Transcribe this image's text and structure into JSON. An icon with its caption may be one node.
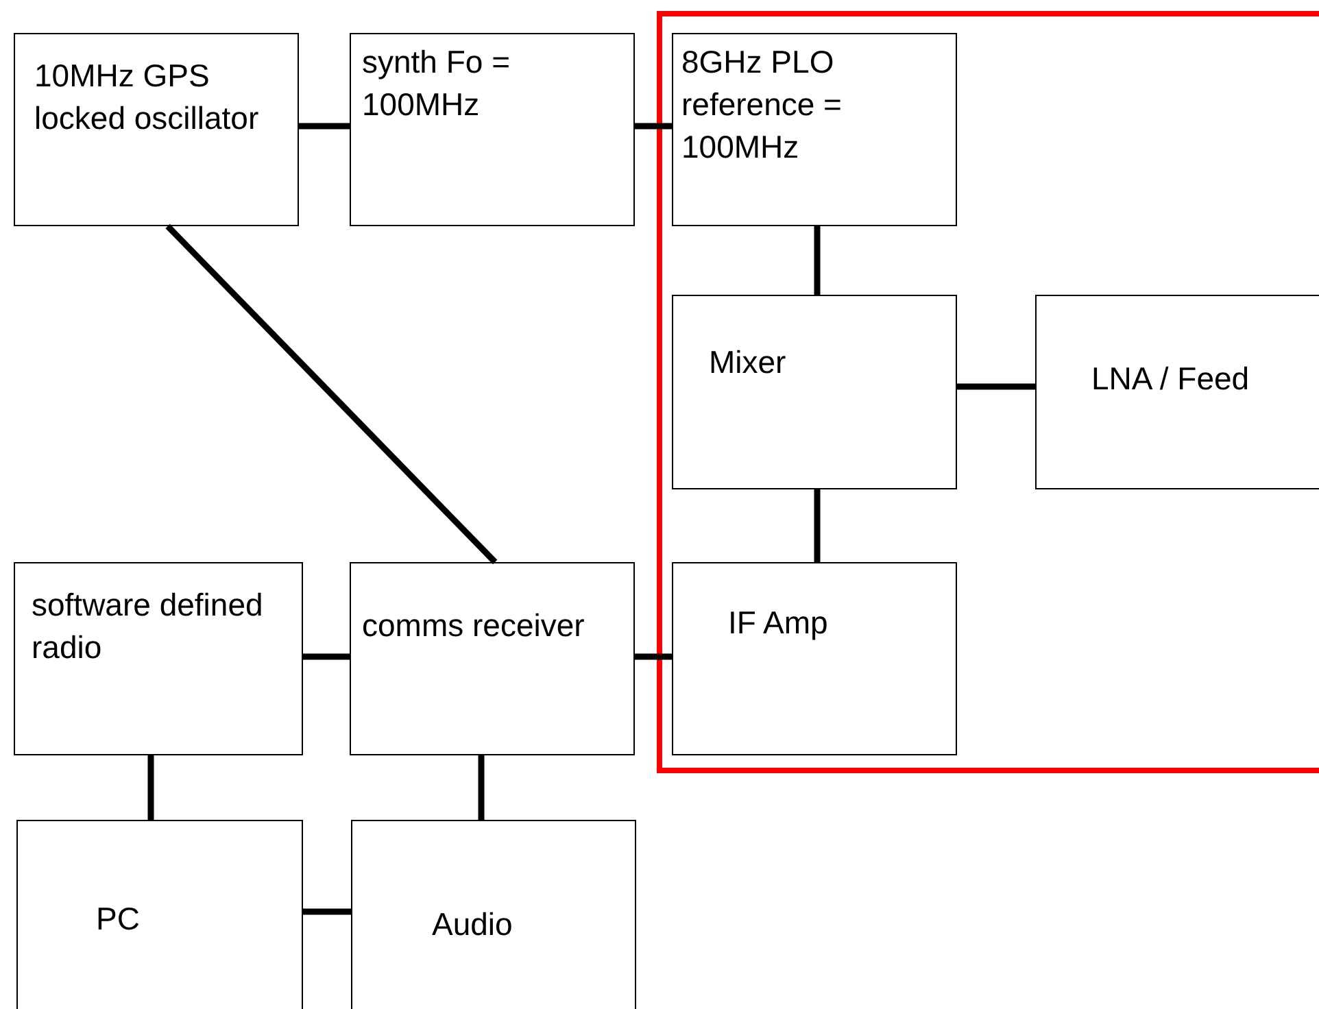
{
  "diagram": {
    "nodes": [
      {
        "text": [
          "10MHz GPS locked oscillator"
        ]
      },
      {
        "text": [
          "synth Fo = 100MHz"
        ]
      },
      {
        "text": [
          "8GHz PLO reference = 100MHz"
        ]
      },
      {
        "text": [
          "Mixer"
        ]
      },
      {
        "text": [
          "LNA / Feed"
        ]
      },
      {
        "text": [
          "software defined radio"
        ]
      },
      {
        "text": [
          "comms receiver"
        ]
      },
      {
        "text": [
          "IF Amp"
        ]
      },
      {
        "text": [
          "PC"
        ]
      },
      {
        "text": [
          "Audio"
        ]
      }
    ],
    "edges": [
      {
        "from": 0,
        "to": 1,
        "arrow": "none"
      },
      {
        "from": 1,
        "to": 2,
        "arrow": "none"
      },
      {
        "from": 2,
        "to": 3,
        "arrow": "none"
      },
      {
        "from": 3,
        "to": 4,
        "arrow": "none"
      },
      {
        "from": 3,
        "to": 7,
        "arrow": "none"
      },
      {
        "from": 0,
        "to": 6,
        "arrow": "none"
      },
      {
        "from": 6,
        "to": 5,
        "arrow": "none"
      },
      {
        "from": 7,
        "to": 6,
        "arrow": "none"
      },
      {
        "from": 5,
        "to": 8,
        "arrow": "none"
      },
      {
        "from": 6,
        "to": 9,
        "arrow": "none"
      },
      {
        "from": 8,
        "to": 9,
        "arrow": "none"
      }
    ]
  }
}
